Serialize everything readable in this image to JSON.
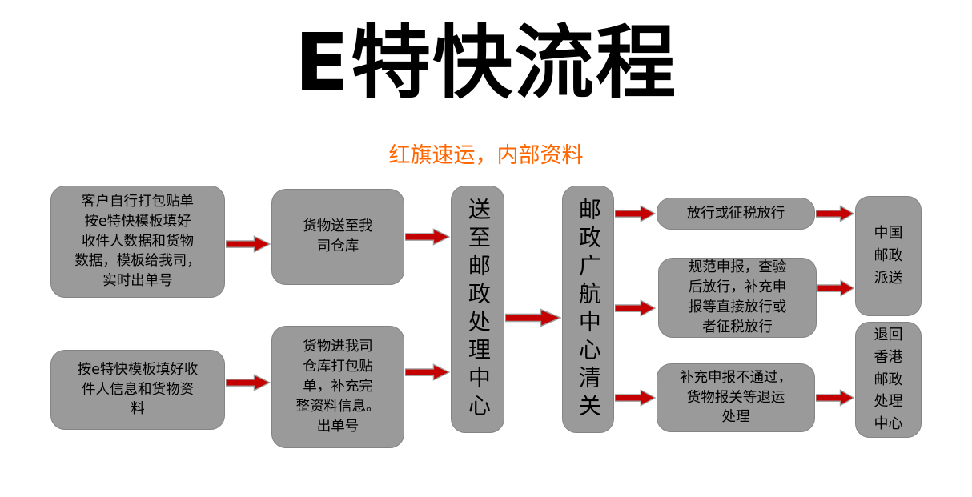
{
  "title": "E特快流程",
  "subtitle": "红旗速运，内部资料",
  "colors": {
    "background": "#ffffff",
    "box_fill": "#9a9a9a",
    "box_border": "#848484",
    "arrow_fill": "#c40000",
    "arrow_outline": "#9d9d9d",
    "title_color": "#000000",
    "subtitle_color": "#ff6600",
    "box_text_color": "#000000"
  },
  "nodes": {
    "customer_pack": {
      "text": "客户自行打包贴单\n按e特快模板填好\n收件人数据和货物\n数据，模板给我司，\n实时出单号"
    },
    "fill_template": {
      "text": "按e特快模板填好收\n件人信息和货物资\n料"
    },
    "goods_to_warehouse": {
      "text": "货物送至我\n司仓库"
    },
    "goods_in_warehouse": {
      "text": "货物进我司\n仓库打包贴\n单，补充完\n整资料信息。\n出单号"
    },
    "postal_center": {
      "text": "送至邮政处理中心"
    },
    "customs_clearance": {
      "text": "邮政广航中心清关"
    },
    "release": {
      "text": "放行或征税放行"
    },
    "declare_release": {
      "text": "规范申报，查验\n后放行，补充申\n报等直接放行或\n者征税放行"
    },
    "declare_fail": {
      "text": "补充申报不通过，\n货物报关等退运\n处理"
    },
    "china_post": {
      "text": "中国\n邮政\n派送"
    },
    "return_hk": {
      "text": "退回\n香港\n邮政\n处理\n中心"
    }
  }
}
